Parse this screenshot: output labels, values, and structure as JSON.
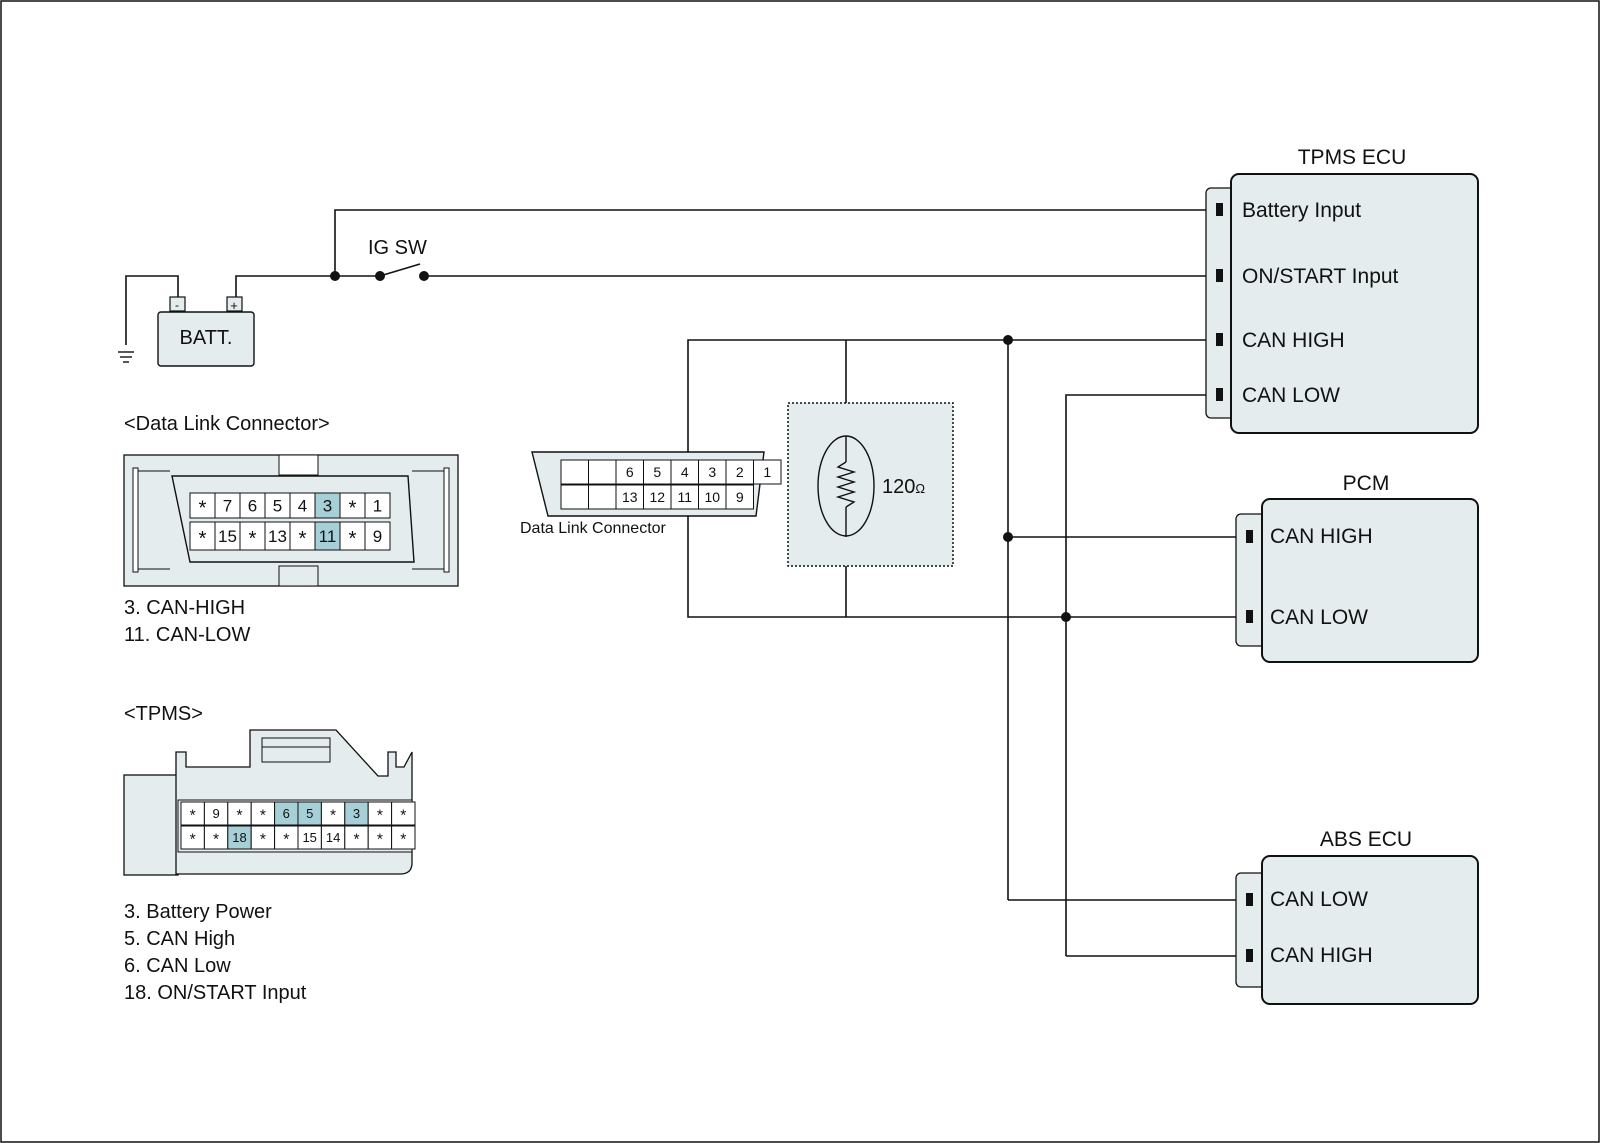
{
  "colors": {
    "box_fill": "#e4ecee",
    "pin_highlight": "#a6cfd8",
    "wire": "#111111",
    "background": "#ffffff"
  },
  "battery": {
    "label": "BATT.",
    "neg": "-",
    "pos": "+"
  },
  "ig_switch": {
    "label": "IG SW"
  },
  "tpms_ecu": {
    "title": "TPMS ECU",
    "pins": [
      "Battery Input",
      "ON/START Input",
      "CAN HIGH",
      "CAN LOW"
    ]
  },
  "pcm": {
    "title": "PCM",
    "pins": [
      "CAN HIGH",
      "CAN LOW"
    ]
  },
  "abs_ecu": {
    "title": "ABS ECU",
    "pins": [
      "CAN LOW",
      "CAN HIGH"
    ]
  },
  "resistor": {
    "label": "120",
    "unit": "Ω"
  },
  "dlc_small": {
    "label": "Data Link Connector",
    "row1": [
      "",
      "",
      "6",
      "5",
      "4",
      "3",
      "2",
      "1"
    ],
    "row2": [
      "",
      "",
      "13",
      "12",
      "11",
      "10",
      "9"
    ]
  },
  "dlc_view": {
    "title": "<Data Link Connector>",
    "row1": [
      "*",
      "7",
      "6",
      "5",
      "4",
      "3",
      "*",
      "1"
    ],
    "row2": [
      "*",
      "15",
      "*",
      "13",
      "*",
      "11",
      "*",
      "9"
    ],
    "highlight_row1": [
      "3"
    ],
    "highlight_row2": [
      "11"
    ],
    "legend": [
      "3. CAN-HIGH",
      "11. CAN-LOW"
    ]
  },
  "tpms_view": {
    "title": "<TPMS>",
    "row1": [
      "*",
      "9",
      "*",
      "*",
      "6",
      "5",
      "*",
      "3",
      "*",
      "*"
    ],
    "row2": [
      "*",
      "*",
      "18",
      "*",
      "*",
      "15",
      "14",
      "*",
      "*",
      "*"
    ],
    "highlight_row1": [
      "6",
      "5",
      "3"
    ],
    "highlight_row2": [
      "18"
    ],
    "legend": [
      "3. Battery Power",
      "5. CAN High",
      "6. CAN Low",
      "18. ON/START Input"
    ]
  }
}
